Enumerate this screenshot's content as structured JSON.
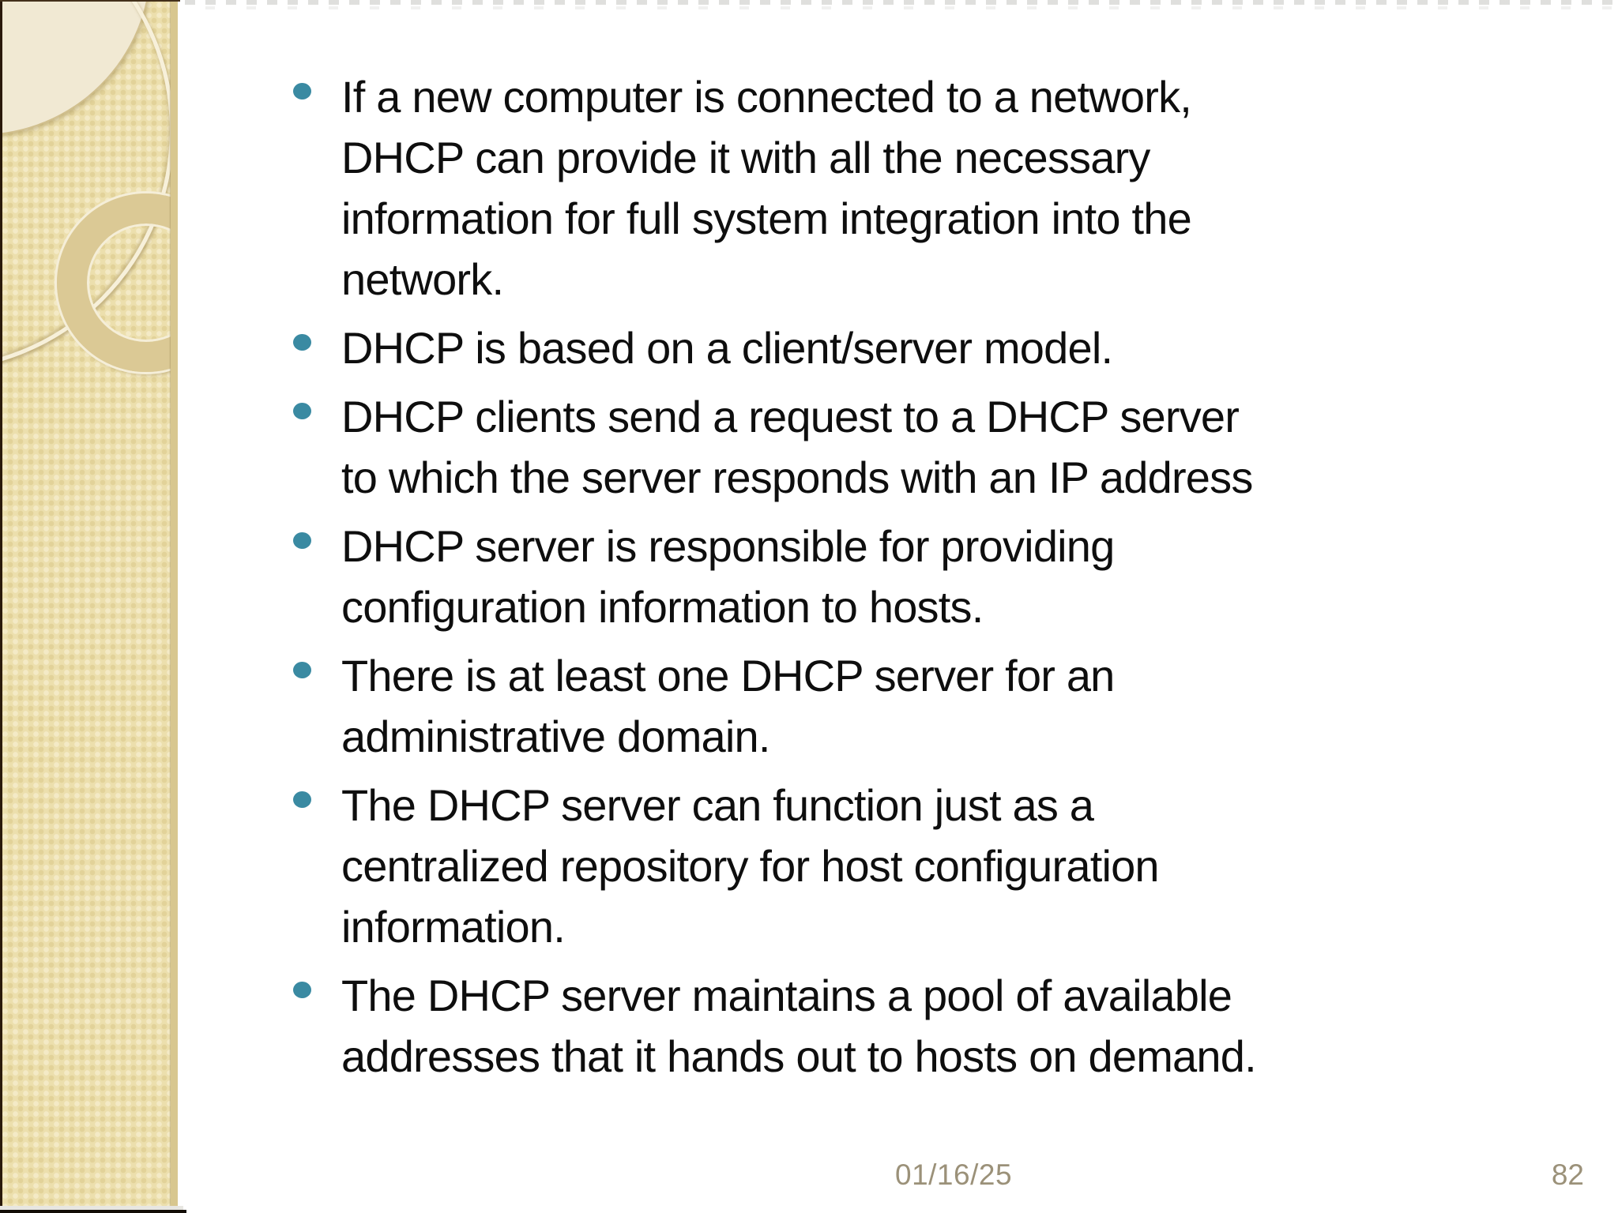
{
  "slide": {
    "bullets": [
      {
        "lines": [
          "If a new computer is connected to a network,",
          "DHCP can provide it with all the necessary",
          "information for full system integration into the",
          "network."
        ]
      },
      {
        "lines": [
          "DHCP is based on a client/server model."
        ]
      },
      {
        "lines": [
          "DHCP clients send a request to a DHCP server",
          "to which the server responds with an IP address"
        ]
      },
      {
        "lines": [
          "DHCP server is responsible for providing",
          "configuration information to hosts."
        ]
      },
      {
        "lines": [
          "There is at least one DHCP server for an",
          "administrative domain."
        ]
      },
      {
        "lines": [
          "The DHCP server can function just as a",
          "centralized repository for host configuration",
          "information."
        ]
      },
      {
        "lines": [
          "The DHCP server maintains a pool of available",
          "addresses that it hands out to hosts on demand."
        ]
      }
    ],
    "footer": {
      "date": "01/16/25",
      "page_number": "82"
    }
  },
  "colors": {
    "bullet_accent": "#3a8aa2",
    "footer_text": "#9b9179",
    "sidebar_base": "#ecdfad",
    "body_text": "#0e0e0e"
  }
}
